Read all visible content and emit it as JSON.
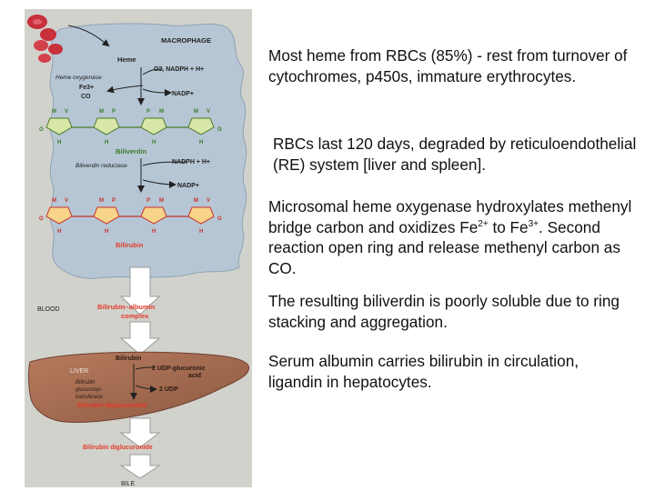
{
  "figure": {
    "macrophage_label": "MACROPHAGE",
    "heme": "Heme",
    "heme_oxygenase": "Heme oxygenase",
    "cofactor_in_1": "O2, NADPH + H+",
    "fe_out": "Fe3+",
    "co_out": "CO",
    "nadp_out_1": "NADP+",
    "biliverdin": "Biliverdin",
    "biliverdin_reductase": "Biliverdin reductase",
    "cofactor_in_2": "NADPH + H+",
    "nadp_out_2": "NADP+",
    "bilirubin": "Bilirubin",
    "blood_label": "BLOOD",
    "albumin_complex_line1": "Bilirubin–albumin",
    "albumin_complex_line2": "complex",
    "liver_label": "LIVER",
    "liver_bilirubin": "Bilirubin",
    "liver_enzyme_line1": "Bilirubin",
    "liver_enzyme_line2": "glucuronyl-",
    "liver_enzyme_line3": "transferase",
    "udp_in_line1": "2 UDP-glucuronic",
    "udp_in_line2": "acid",
    "udp_out": "2 UDP",
    "diglucuronide_liver": "Bilirubin diglucuronide",
    "diglucuronide_out": "Bilirubin diglucuronide",
    "bile_label": "BILE",
    "ring_labels_top": [
      "M",
      "V",
      "M",
      "P",
      "P",
      "M",
      "M",
      "V"
    ],
    "ring_labels_bottom": [
      "O",
      "H",
      "H",
      "H",
      "O"
    ]
  },
  "notes": {
    "p1": "Most heme from RBCs (85%) - rest from turnover of cytochromes, p450s, immature erythrocytes.",
    "p2": "RBCs last 120 days, degraded by reticuloendothelial (RE) system [liver and spleen].",
    "p3_a": "Microsomal heme oxygenase hydroxylates methenyl bridge carbon and oxidizes Fe",
    "p3_sup1": "2+",
    "p3_b": " to Fe",
    "p3_sup2": "3+",
    "p3_c": ".  Second reaction open ring and release methenyl carbon as CO.",
    "p4": "The resulting biliverdin is poorly soluble due to ring stacking and aggregation.",
    "p5": "Serum albumin carries bilirubin in circulation, ligandin in hepatocytes."
  }
}
